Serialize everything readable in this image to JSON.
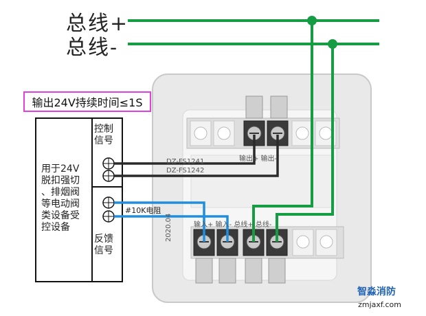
{
  "bus": {
    "plus_label": "总线+",
    "minus_label": "总线-"
  },
  "callout": {
    "text": "输出24V持续时间≤1S"
  },
  "device": {
    "purpose_lines": [
      "用于24V",
      "脱扣强切",
      "、排烟阀",
      "等电动阀",
      "类设备受",
      "控设备"
    ],
    "control_label": "控制信号",
    "feedback_label": "反馈信号",
    "resistor_label": "#10K电阻"
  },
  "module": {
    "model1": "DZ-FS1241",
    "model2": "DZ-FS1242",
    "top_terminals": "输出+ 输出-",
    "bottom_terminals": "输入+ 输入- 总线+ 总线-",
    "date": "2020.04"
  },
  "watermark": {
    "brand": "智淼消防",
    "url": "zmjaxf.com"
  },
  "colors": {
    "bus_wire": "#169c42",
    "control_wire": "#2a2a2a",
    "feedback_wire": "#1e8fe0",
    "callout_border": "#e040e0"
  }
}
